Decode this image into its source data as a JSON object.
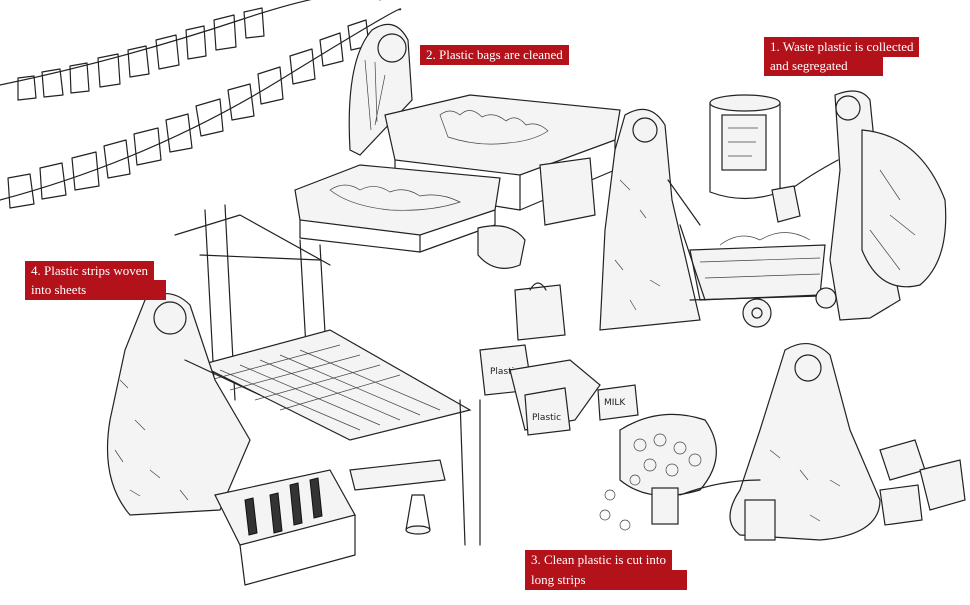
{
  "labels": {
    "step1_line1": "1. Waste plastic is collected",
    "step1_line2": "and segregated",
    "step2": "2. Plastic bags are cleaned",
    "step3_line1": "3. Clean plastic is cut into",
    "step3_line2": "long strips",
    "step4_line1": "4. Plastic strips woven",
    "step4_line2": "into sheets"
  },
  "sketch_text": {
    "bag_plastic": "Plastic",
    "bag_milk": "MILK",
    "bag_plastic2": "Plastic"
  },
  "colors": {
    "label_bg": "#b3121b",
    "label_text": "#ffffff",
    "ink": "#222222"
  }
}
